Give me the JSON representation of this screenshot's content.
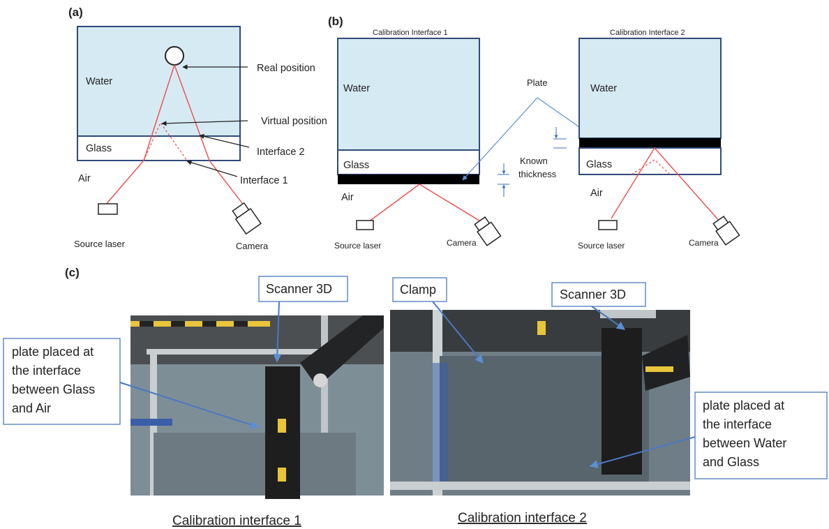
{
  "panel_a": {
    "letter": "(a)",
    "water": "Water",
    "glass": "Glass",
    "air": "Air",
    "real_position": "Real position",
    "virtual_position": "Virtual position",
    "interface2": "Interface 2",
    "interface1": "Interface 1",
    "source_laser": "Source laser",
    "camera": "Camera"
  },
  "panel_b": {
    "letter": "(b)",
    "cal1_title": "Calibration Interface 1",
    "cal2_title": "Calibration Interface 2",
    "water": "Water",
    "glass": "Glass",
    "air": "Air",
    "plate": "Plate",
    "known": "Known",
    "thickness": "thickness",
    "source_laser": "Source laser",
    "camera": "Camera"
  },
  "panel_c": {
    "letter": "(c)",
    "scanner1": "Scanner 3D",
    "scanner2": "Scanner 3D",
    "clamp": "Clamp",
    "left_note": [
      "plate placed at",
      "the interface",
      "between Glass",
      "and Air"
    ],
    "right_note": [
      "plate placed at",
      "the interface",
      "between Water",
      "and Glass"
    ],
    "caption1": "Calibration interface 1",
    "caption2": "Calibration interface 2"
  },
  "colors": {
    "water": "#d6eaf3",
    "outline": "#2f4a7a",
    "ray": "#ef4b4b",
    "pointer": "#5b8fd4"
  }
}
